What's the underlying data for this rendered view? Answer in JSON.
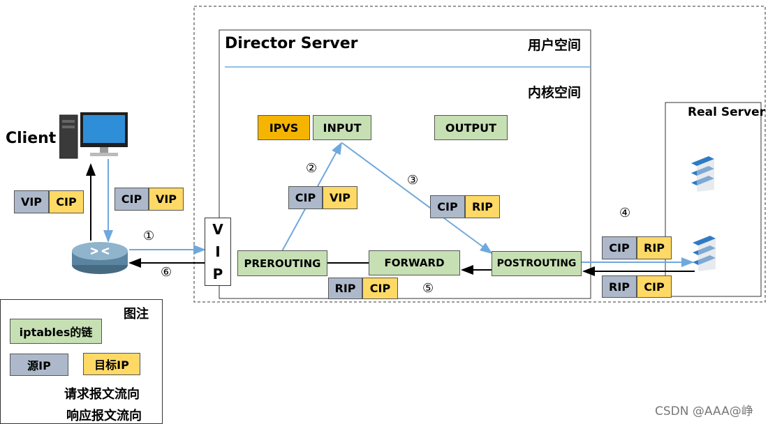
{
  "director": {
    "title": "Director Server",
    "user_space": "用户空间",
    "kernel_space": "内核空间"
  },
  "client": {
    "label": "Client"
  },
  "real_server": {
    "label": "Real Server"
  },
  "chains": {
    "ipvs": "IPVS",
    "input": "INPUT",
    "output": "OUTPUT",
    "prerouting": "PREROUTING",
    "forward": "FORWARD",
    "postrouting": "POSTROUTING"
  },
  "vip_letters": [
    "V",
    "I",
    "P"
  ],
  "packets": [
    {
      "id": "client-response",
      "src": "VIP",
      "dst": "CIP"
    },
    {
      "id": "client-request",
      "src": "CIP",
      "dst": "VIP"
    },
    {
      "id": "step2",
      "src": "CIP",
      "dst": "VIP"
    },
    {
      "id": "step3",
      "src": "CIP",
      "dst": "RIP"
    },
    {
      "id": "step4-request",
      "src": "CIP",
      "dst": "RIP"
    },
    {
      "id": "step4-response",
      "src": "RIP",
      "dst": "CIP"
    },
    {
      "id": "step5",
      "src": "RIP",
      "dst": "CIP"
    }
  ],
  "steps": [
    "①",
    "②",
    "③",
    "④",
    "⑤",
    "⑥"
  ],
  "legend": {
    "title": "图注",
    "chain": "iptables的链",
    "src": "源IP",
    "dst": "目标IP",
    "request": "请求报文流向",
    "response": "响应报文流向"
  },
  "colors": {
    "chain": "#c6e0b4",
    "src_ip": "#adb9ca",
    "dst_ip": "#ffd966",
    "ipvs": "#f4b400",
    "request_arrow": "#6fa8dc",
    "response_arrow": "#000000"
  },
  "watermark": "CSDN @AAA@峥"
}
